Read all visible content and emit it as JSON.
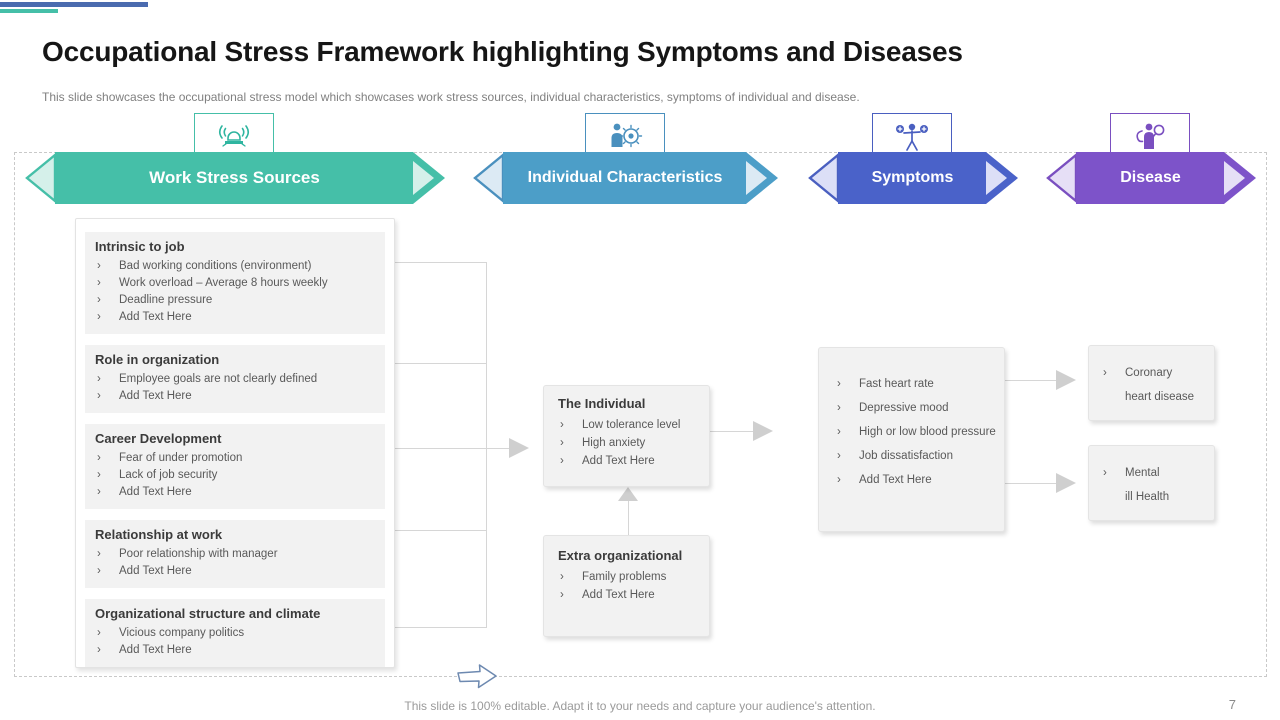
{
  "slide": {
    "title": "Occupational Stress Framework highlighting Symptoms and Diseases",
    "subtitle": "This slide showcases the occupational stress model which showcases work stress sources, individual characteristics, symptoms of individual and disease.",
    "footer": "This slide is 100% editable. Adapt it to your needs and capture your audience's attention.",
    "page_number": "7"
  },
  "palette": {
    "teal": "#45bfa8",
    "teal_light": "#d5f0ea",
    "blue": "#4c9ec8",
    "blue_light": "#dceaf4",
    "royal_blue": "#4a62c9",
    "royal_blue_light": "#dcdff7",
    "purple": "#7d53c9",
    "purple_light": "#e6dff6",
    "connector_gray": "#d6d6d6",
    "topbar_blue": "#4a6baf"
  },
  "banners": [
    {
      "label": "Work Stress Sources",
      "icon": "siren-icon"
    },
    {
      "label": "Individual Characteristics",
      "icon": "person-gear-icon"
    },
    {
      "label": "Symptoms",
      "icon": "person-symptoms-icon"
    },
    {
      "label": "Disease",
      "icon": "person-diagnosis-icon"
    }
  ],
  "stress_sources": {
    "sections": [
      {
        "title": "Intrinsic to job",
        "items": [
          "Bad working conditions (environment)",
          "Work overload – Average 8 hours weekly",
          "Deadline pressure",
          "Add Text Here"
        ]
      },
      {
        "title": "Role in organization",
        "items": [
          "Employee goals are not clearly defined",
          "Add Text Here"
        ]
      },
      {
        "title": "Career Development",
        "items": [
          "Fear of under promotion",
          "Lack of job security",
          "Add Text Here"
        ]
      },
      {
        "title": "Relationship at work",
        "items": [
          "Poor relationship with manager",
          "Add Text Here"
        ]
      },
      {
        "title": "Organizational structure and climate",
        "items": [
          "Vicious company politics",
          "Add Text Here"
        ]
      }
    ]
  },
  "individual": {
    "title": "The Individual",
    "items": [
      "Low tolerance level",
      "High anxiety",
      "Add Text Here"
    ]
  },
  "extra_organizational": {
    "title": "Extra organizational",
    "items": [
      "Family problems",
      "Add Text Here"
    ]
  },
  "symptoms_list": {
    "items": [
      "Fast heart rate",
      "Depressive mood",
      "High or low blood pressure",
      "Job dissatisfaction",
      "Add Text Here"
    ]
  },
  "diseases": [
    {
      "line1": "Coronary",
      "line2": "heart disease"
    },
    {
      "line1": "Mental",
      "line2": "ill Health"
    }
  ]
}
